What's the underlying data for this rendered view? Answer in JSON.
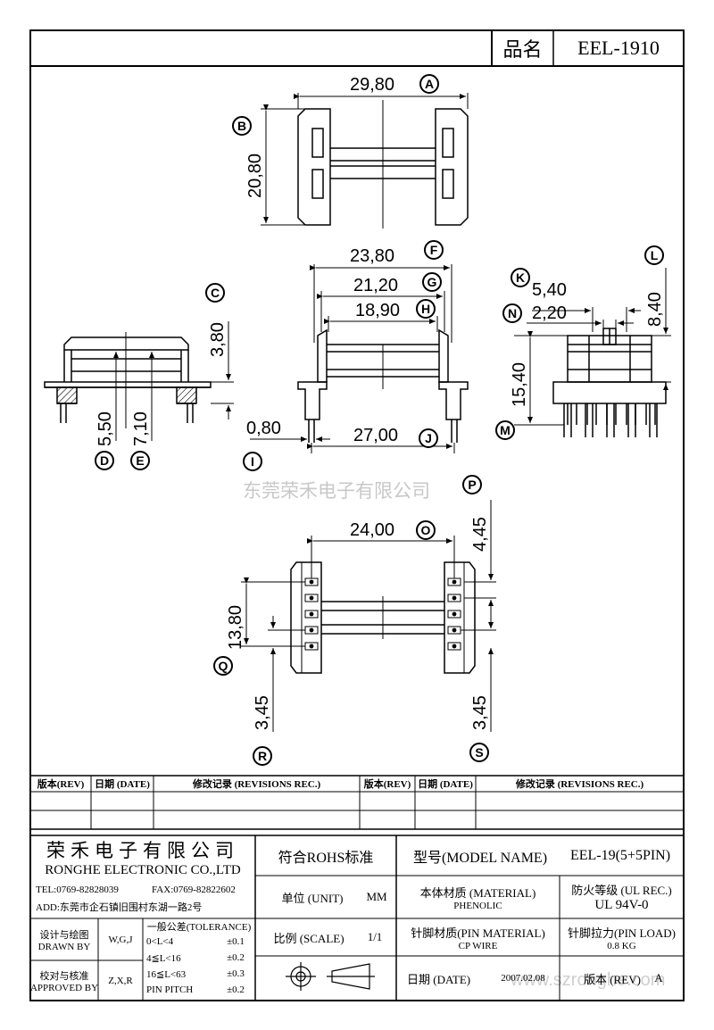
{
  "header": {
    "part_label": "品名",
    "part_value": "EEL-1910"
  },
  "watermark": {
    "cn": "东莞荣禾电子有限公司",
    "url": "www.szronghe.com"
  },
  "dims": {
    "A": "29,80",
    "B": "20,80",
    "C": "3,80",
    "D": "5,50",
    "E": "7,10",
    "F": "23,80",
    "G": "21,20",
    "H": "18,90",
    "I": "0,80",
    "J": "27,00",
    "K": "5,40",
    "L": "8,40",
    "M": "15,40",
    "N": "2,20",
    "O": "24,00",
    "P": "4,45",
    "Q": "13,80",
    "R": "3,45",
    "S": "3,45"
  },
  "revision_table": {
    "headers": [
      "版本(REV)",
      "日期 (DATE)",
      "修改记录 (REVISIONS REC.)",
      "版本(REV)",
      "日期 (DATE)",
      "修改记录 (REVISIONS REC.)"
    ]
  },
  "title_block": {
    "company_cn": "荣禾电子有限公司",
    "company_en": "RONGHE ELECTRONIC CO.,LTD",
    "tel": "TEL:0769-82828039",
    "fax": "FAX:0769-82822602",
    "addr": "ADD:东莞市企石镇旧围村东湖一路2号",
    "rohs": "符合ROHS标准",
    "model_label": "型号(MODEL NAME)",
    "model_value": "EEL-19(5+5PIN)",
    "unit_label": "单位 (UNIT)",
    "unit_value": "MM",
    "material_label": "本体材质 (MATERIAL)",
    "material_value": "PHENOLIC",
    "fire_label": "防火等级 (UL REC.)",
    "fire_value": "UL 94V-0",
    "designer_label_cn": "设计与绘图",
    "designer_label_en": "DRAWN BY",
    "designer_value": "W,G,J",
    "tolerance_title": "一般公差(TOLERANCE)",
    "tolerances": [
      {
        "range": "0<L<4",
        "tol": "±0.1"
      },
      {
        "range": "4≦L<16",
        "tol": "±0.2"
      },
      {
        "range": "16≦L<63",
        "tol": "±0.3"
      },
      {
        "range": "PIN PITCH",
        "tol": "±0.2"
      }
    ],
    "scale_label": "比例 (SCALE)",
    "scale_value": "1/1",
    "pin_material_label": "针脚材质(PIN MATERIAL)",
    "pin_material_value": "CP WIRE",
    "pin_load_label": "针脚拉力(PIN LOAD)",
    "pin_load_value": "0.8 KG",
    "approved_label_cn": "校对与核准",
    "approved_label_en": "APPROVED BY",
    "approved_value": "Z,X,R",
    "date_label": "日期 (DATE)",
    "date_value": "2007.02.08",
    "rev_label": "版本 (REV)",
    "rev_value": "A"
  }
}
